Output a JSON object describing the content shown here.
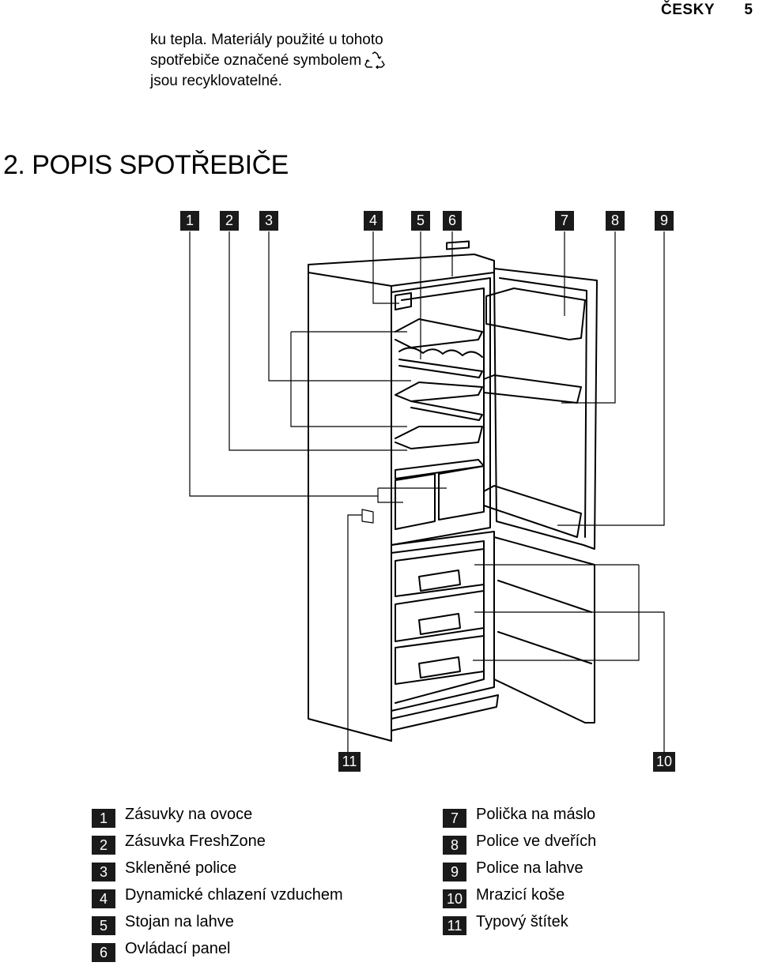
{
  "header": {
    "language": "ČESKY",
    "page_number": "5"
  },
  "intro": {
    "line1": "ku tepla. Materiály použité u tohoto",
    "line2_before_icon": "spotřebiče označené symbolem",
    "line3": "jsou recyklovatelné.",
    "icon": "recycle-icon"
  },
  "section": {
    "title": "2. POPIS SPOTŘEBIČE"
  },
  "callouts": [
    "1",
    "2",
    "3",
    "4",
    "5",
    "6",
    "7",
    "8",
    "9",
    "11",
    "10"
  ],
  "legend": {
    "left": [
      {
        "num": "1",
        "label": "Zásuvky na ovoce"
      },
      {
        "num": "2",
        "label": "Zásuvka FreshZone"
      },
      {
        "num": "3",
        "label": "Skleněné police"
      },
      {
        "num": "4",
        "label": "Dynamické chlazení vzduchem"
      },
      {
        "num": "5",
        "label": "Stojan na lahve"
      },
      {
        "num": "6",
        "label": "Ovládací panel"
      }
    ],
    "right": [
      {
        "num": "7",
        "label": "Polička na máslo"
      },
      {
        "num": "8",
        "label": "Police ve dveřích"
      },
      {
        "num": "9",
        "label": "Police na lahve"
      },
      {
        "num": "10",
        "label": "Mrazicí koše"
      },
      {
        "num": "11",
        "label": "Typový štítek"
      }
    ]
  }
}
